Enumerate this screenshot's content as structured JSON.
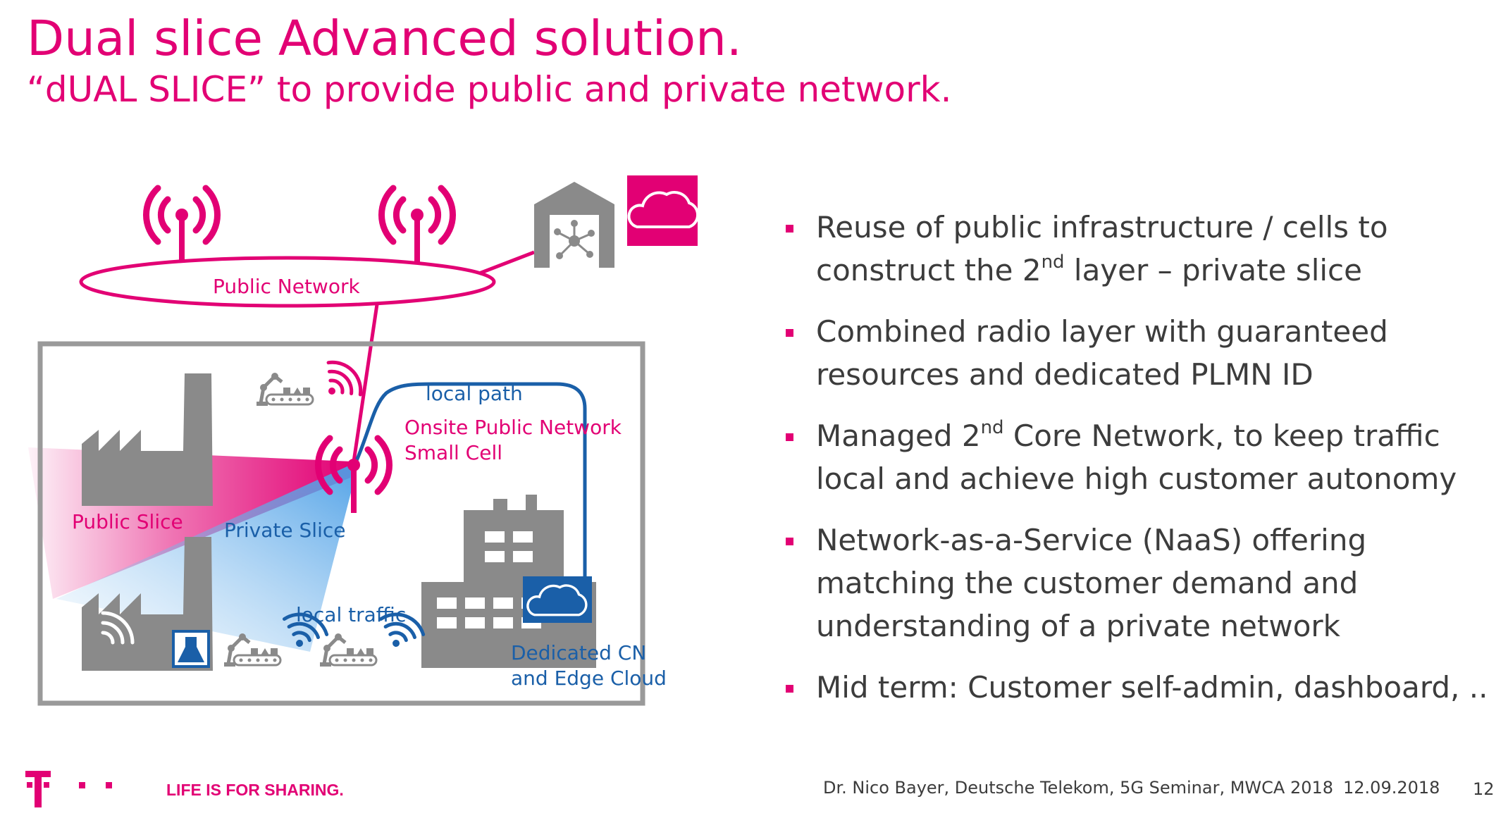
{
  "slide": {
    "title": "Dual slice Advanced solution.",
    "subtitle": "“dUAL SLICE” to provide public and private network."
  },
  "diagram": {
    "public_network_label": "Public Network",
    "local_path_label": "local path",
    "onsite_small_cell_line1": "Onsite Public Network",
    "onsite_small_cell_line2": "Small Cell",
    "public_slice_label": "Public Slice",
    "private_slice_label": "Private Slice",
    "local_traffic_label": "local traffic",
    "dedicated_cn_line1": "Dedicated CN",
    "dedicated_cn_line2": "and Edge Cloud"
  },
  "bullets": [
    {
      "before": "Reuse of public infrastructure / cells to construct the 2",
      "sup": "nd",
      "after": " layer – private slice"
    },
    {
      "before": "Combined radio layer with guaranteed resources and dedicated PLMN ID",
      "sup": "",
      "after": ""
    },
    {
      "before": "Managed 2",
      "sup": "nd",
      "after": " Core Network, to keep traffic local and achieve high customer autonomy"
    },
    {
      "before": "Network-as-a-Service (NaaS) offering matching the customer demand and understanding of a private network",
      "sup": "",
      "after": ""
    },
    {
      "before": "Mid term: Customer self-admin, dashboard, ..",
      "sup": "",
      "after": ""
    }
  ],
  "footer": {
    "tagline": "LIFE IS FOR SHARING.",
    "presenter": "Dr. Nico Bayer, Deutsche Telekom, 5G Seminar, MWCA 2018",
    "date": "12.09.2018",
    "page_number": "12"
  },
  "colors": {
    "magenta": "#e20074",
    "blue": "#1a5fa8",
    "grey": "#8a8a8a"
  }
}
